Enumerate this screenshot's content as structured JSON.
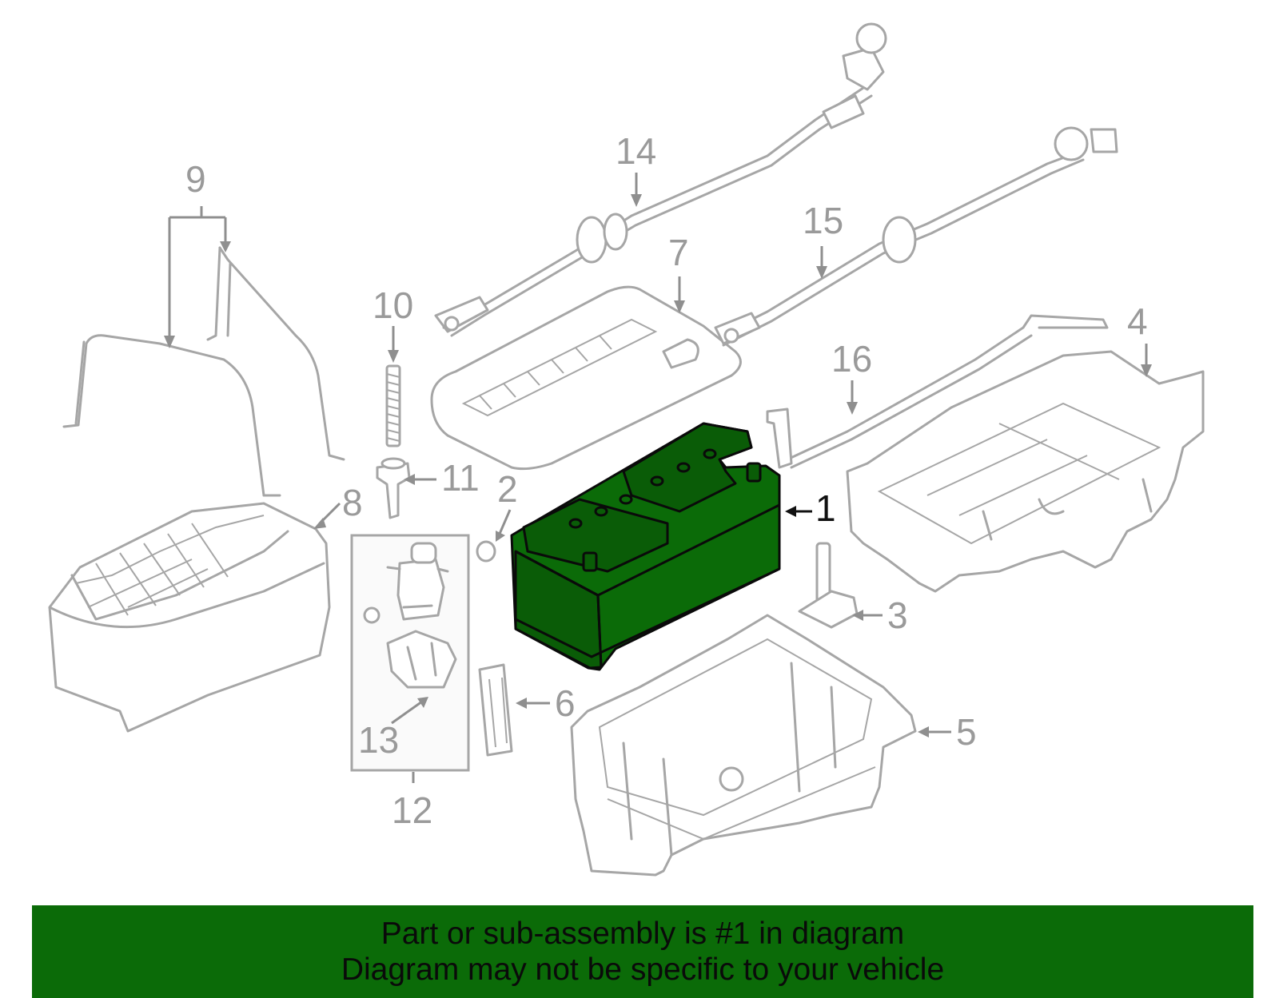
{
  "callouts": {
    "c1": "1",
    "c2": "2",
    "c3": "3",
    "c4": "4",
    "c5": "5",
    "c6": "6",
    "c7": "7",
    "c8": "8",
    "c9": "9",
    "c10": "10",
    "c11": "11",
    "c12": "12",
    "c13": "13",
    "c14": "14",
    "c15": "15",
    "c16": "16"
  },
  "highlight": {
    "part": "1",
    "color": "#0b6b08"
  },
  "banner": {
    "line1": "Part or sub-assembly is #1 in diagram",
    "line2": "Diagram may not be specific to your vehicle",
    "color": "#0b6b08"
  }
}
